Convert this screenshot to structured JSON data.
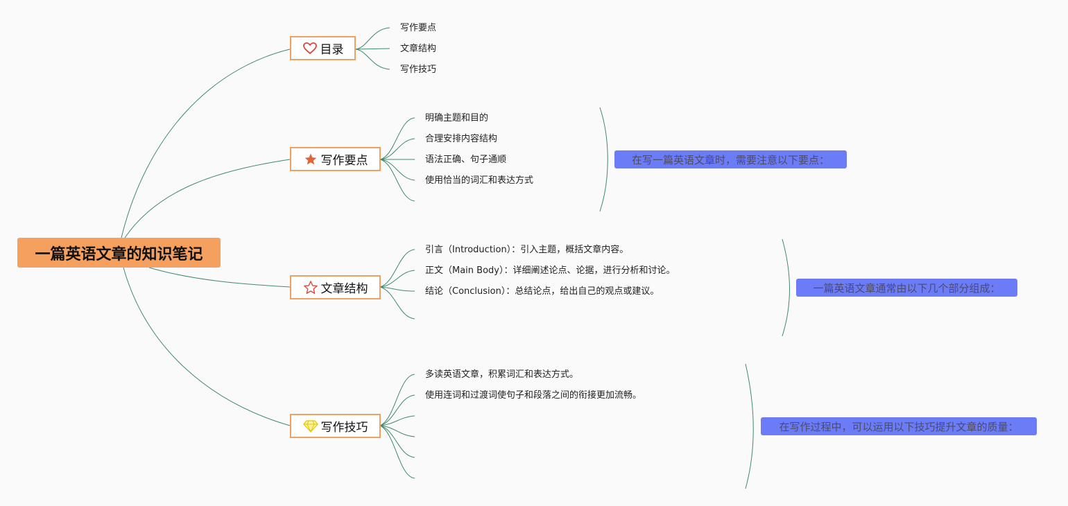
{
  "root": {
    "title": "一篇英语文章的知识笔记"
  },
  "colors": {
    "root_bg": "#f6a05f",
    "branch_border": "#f0a061",
    "edge": "#3f8a6a",
    "note_bg": "#6c7cf6"
  },
  "branches": [
    {
      "label": "目录",
      "icon": "heart-icon",
      "leaves": [
        "写作要点",
        "文章结构",
        "写作技巧"
      ],
      "note": ""
    },
    {
      "label": "写作要点",
      "icon": "star-filled-icon",
      "leaves": [
        "明确主题和目的",
        "合理安排内容结构",
        "语法正确、句子通顺",
        "使用恰当的词汇和表达方式"
      ],
      "note": "在写一篇英语文章时，需要注意以下要点："
    },
    {
      "label": "文章结构",
      "icon": "star-outline-icon",
      "leaves": [
        "引言（Introduction）：引入主题，概括文章内容。",
        "正文（Main Body）：详细阐述论点、论据，进行分析和讨论。",
        "结论（Conclusion）：总结论点，给出自己的观点或建议。"
      ],
      "note": "一篇英语文章通常由以下几个部分组成："
    },
    {
      "label": "写作技巧",
      "icon": "diamond-icon",
      "leaves": [
        "多读英语文章，积累词汇和表达方式。",
        "使用连词和过渡词使句子和段落之间的衔接更加流畅。"
      ],
      "note": "在写作过程中，可以运用以下技巧提升文章的质量："
    }
  ]
}
